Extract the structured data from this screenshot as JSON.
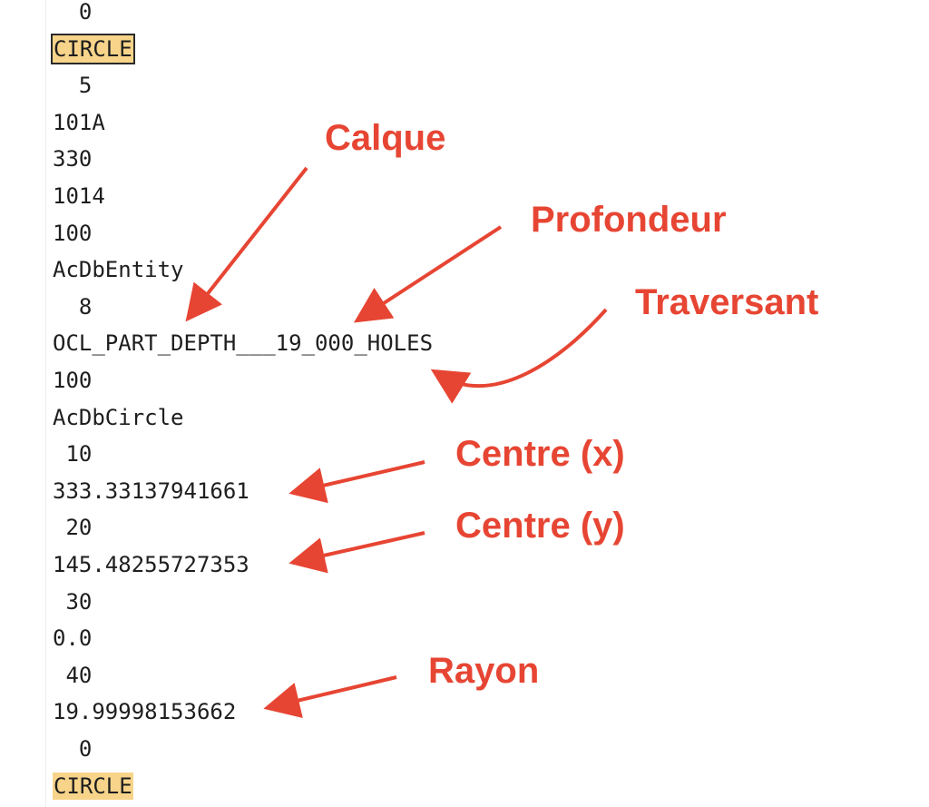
{
  "code_lines": [
    {
      "text": "  0",
      "highlight": false
    },
    {
      "text": "CIRCLE",
      "highlight": true,
      "boxed": true
    },
    {
      "text": "  5",
      "highlight": false
    },
    {
      "text": "101A",
      "highlight": false
    },
    {
      "text": "330",
      "highlight": false
    },
    {
      "text": "1014",
      "highlight": false
    },
    {
      "text": "100",
      "highlight": false
    },
    {
      "text": "AcDbEntity",
      "highlight": false
    },
    {
      "text": "  8",
      "highlight": false
    },
    {
      "text": "OCL_PART_DEPTH___19_000_HOLES",
      "highlight": false
    },
    {
      "text": "100",
      "highlight": false
    },
    {
      "text": "AcDbCircle",
      "highlight": false
    },
    {
      "text": " 10",
      "highlight": false
    },
    {
      "text": "333.33137941661",
      "highlight": false
    },
    {
      "text": " 20",
      "highlight": false
    },
    {
      "text": "145.48255727353",
      "highlight": false
    },
    {
      "text": " 30",
      "highlight": false
    },
    {
      "text": "0.0",
      "highlight": false
    },
    {
      "text": " 40",
      "highlight": false
    },
    {
      "text": "19.99998153662",
      "highlight": false
    },
    {
      "text": "  0",
      "highlight": false
    },
    {
      "text": "CIRCLE",
      "highlight": true,
      "boxed": false
    }
  ],
  "annotations": {
    "calque": "Calque",
    "profondeur": "Profondeur",
    "traversant": "Traversant",
    "centre_x": "Centre (x)",
    "centre_y": "Centre (y)",
    "rayon": "Rayon"
  },
  "colors": {
    "annotation": "#e74533",
    "highlight": "#f7d48a",
    "code_text": "#1e1e1e"
  }
}
